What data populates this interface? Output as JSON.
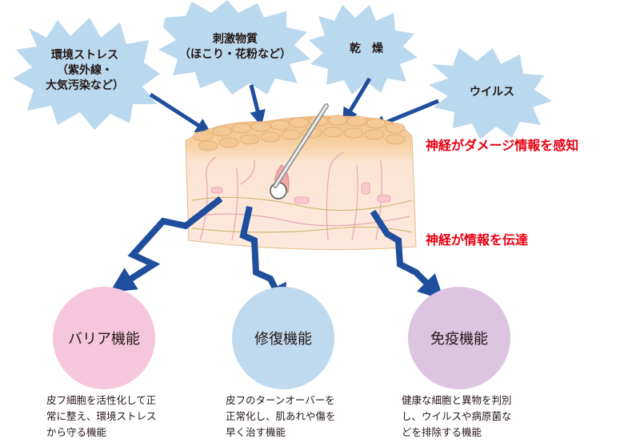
{
  "stressors": [
    {
      "lines": [
        "環境ストレス",
        "（紫外線・",
        "大気汚染など）"
      ],
      "color": "#bad8ee"
    },
    {
      "lines": [
        "刺激物質",
        "（ほこり・花粉など）"
      ],
      "color": "#bad8ee"
    },
    {
      "lines": [
        "乾　燥"
      ],
      "color": "#bad8ee"
    },
    {
      "lines": [
        "ウイルス"
      ],
      "color": "#bad8ee"
    }
  ],
  "labels": {
    "detect": "神経がダメージ情報を感知",
    "transmit": "神経が情報を伝達"
  },
  "functions": [
    {
      "name": "バリア機能",
      "color": "#f5c6dc",
      "desc": [
        "皮フ細胞を活性化して正",
        "常に整え、環境ストレス",
        "から守る機能"
      ]
    },
    {
      "name": "修復機能",
      "color": "#bfd9ef",
      "desc": [
        "皮フのターンオーバーを",
        "正常化し、肌あれや傷を",
        "早く治す機能"
      ]
    },
    {
      "name": "免疫機能",
      "color": "#ddc4e0",
      "desc": [
        "健康な細胞と異物を判別",
        "し、ウイルスや病原菌な",
        "どを排除する機能"
      ]
    }
  ],
  "colors": {
    "arrow": "#1f4e9c",
    "accent_red": "#e60012",
    "skin_top": "#f2c48a",
    "skin_dermis": "#fbe4d3"
  }
}
